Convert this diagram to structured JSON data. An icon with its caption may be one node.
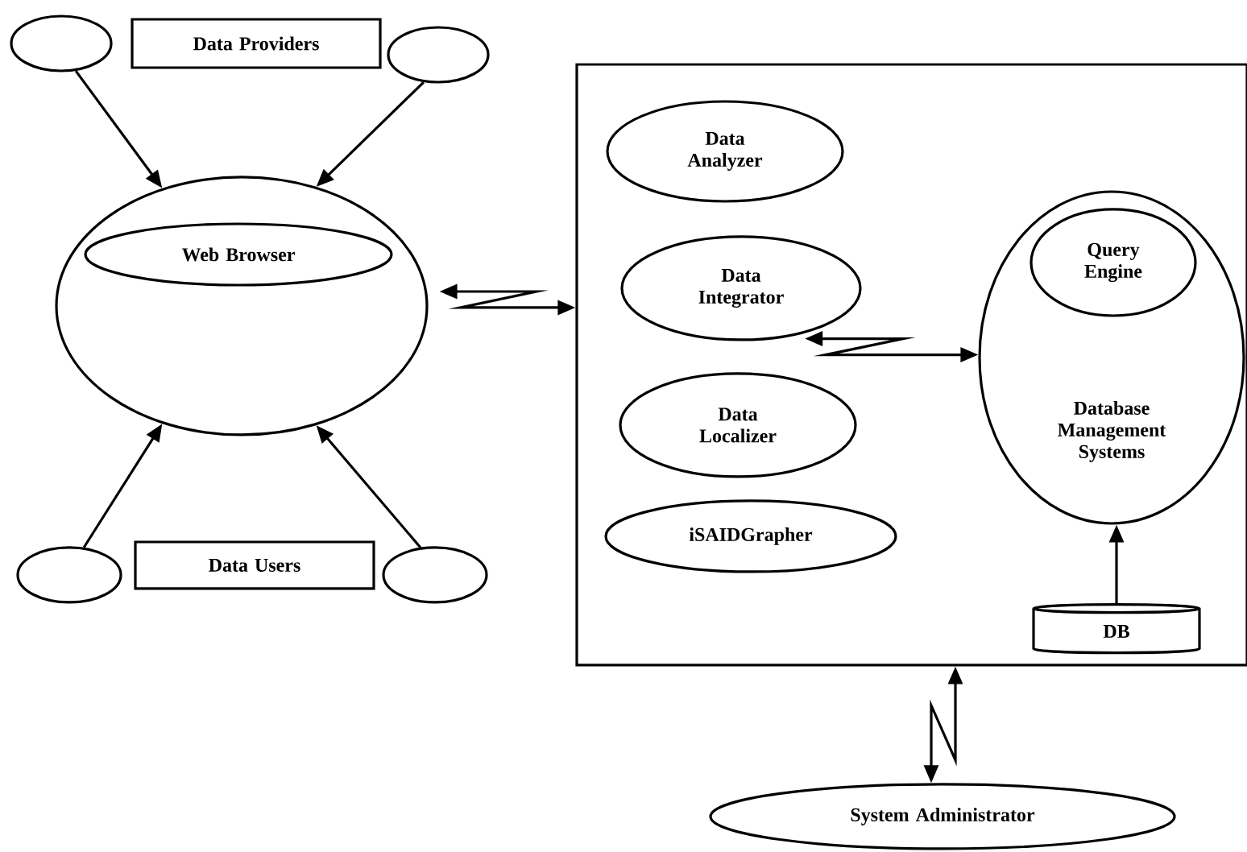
{
  "diagram": {
    "nodes": [
      {
        "text": [
          "Data Providers"
        ]
      },
      {
        "text": [],
        "shape": "circle"
      },
      {
        "text": [],
        "shape": "circle"
      },
      {
        "text": [],
        "shape": "circle"
      },
      {
        "text": [
          "Web Browser"
        ],
        "in": 3
      },
      {
        "text": [
          "Data Users"
        ]
      },
      {
        "text": [],
        "shape": "circle"
      },
      {
        "text": [],
        "shape": "circle"
      },
      {
        "text": [],
        "shape": "box"
      },
      {
        "text": [
          "Data Analyzer"
        ],
        "in": 8
      },
      {
        "text": [
          "Data Integrator"
        ],
        "in": 8
      },
      {
        "text": [
          "Data Localizer"
        ],
        "in": 8
      },
      {
        "text": [
          "iSAIDGrapher"
        ],
        "in": 8
      },
      {
        "text": [
          "Database Management Systems"
        ],
        "in": 8
      },
      {
        "text": [
          "Query Engine"
        ],
        "in": 13
      },
      {
        "text": [
          "DB"
        ],
        "in": 8
      },
      {
        "text": [
          "System Administrator"
        ]
      }
    ],
    "edges": [
      {
        "from": 1,
        "to": 3,
        "arrow": "to"
      },
      {
        "from": 2,
        "to": 3,
        "arrow": "to"
      },
      {
        "from": 6,
        "to": 3,
        "arrow": "to"
      },
      {
        "from": 7,
        "to": 3,
        "arrow": "to"
      },
      {
        "from": 3,
        "to": 8,
        "arrow": "both"
      },
      {
        "from": 10,
        "to": 13,
        "arrow": "both"
      },
      {
        "from": 8,
        "to": 16,
        "arrow": "both"
      },
      {
        "from": 15,
        "to": 13,
        "arrow": "to"
      }
    ]
  }
}
